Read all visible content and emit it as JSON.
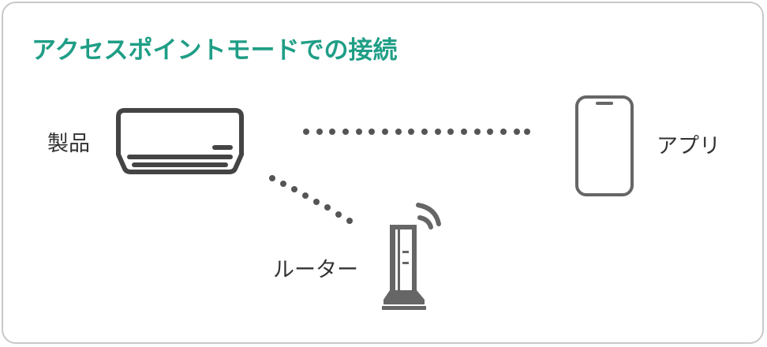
{
  "title": "アクセスポイントモードでの接続",
  "nodes": {
    "product": {
      "label": "製品",
      "icon": "air-conditioner-icon"
    },
    "app": {
      "label": "アプリ",
      "icon": "smartphone-icon"
    },
    "router": {
      "label": "ルーター",
      "icon": "wifi-router-icon"
    }
  },
  "connections": [
    {
      "from": "product",
      "to": "app",
      "style": "dotted"
    },
    {
      "from": "product",
      "to": "router",
      "style": "dotted"
    }
  ],
  "colors": {
    "title": "#1f9e86",
    "icon": "#555555",
    "text": "#333333",
    "border": "#c8c8c8"
  }
}
